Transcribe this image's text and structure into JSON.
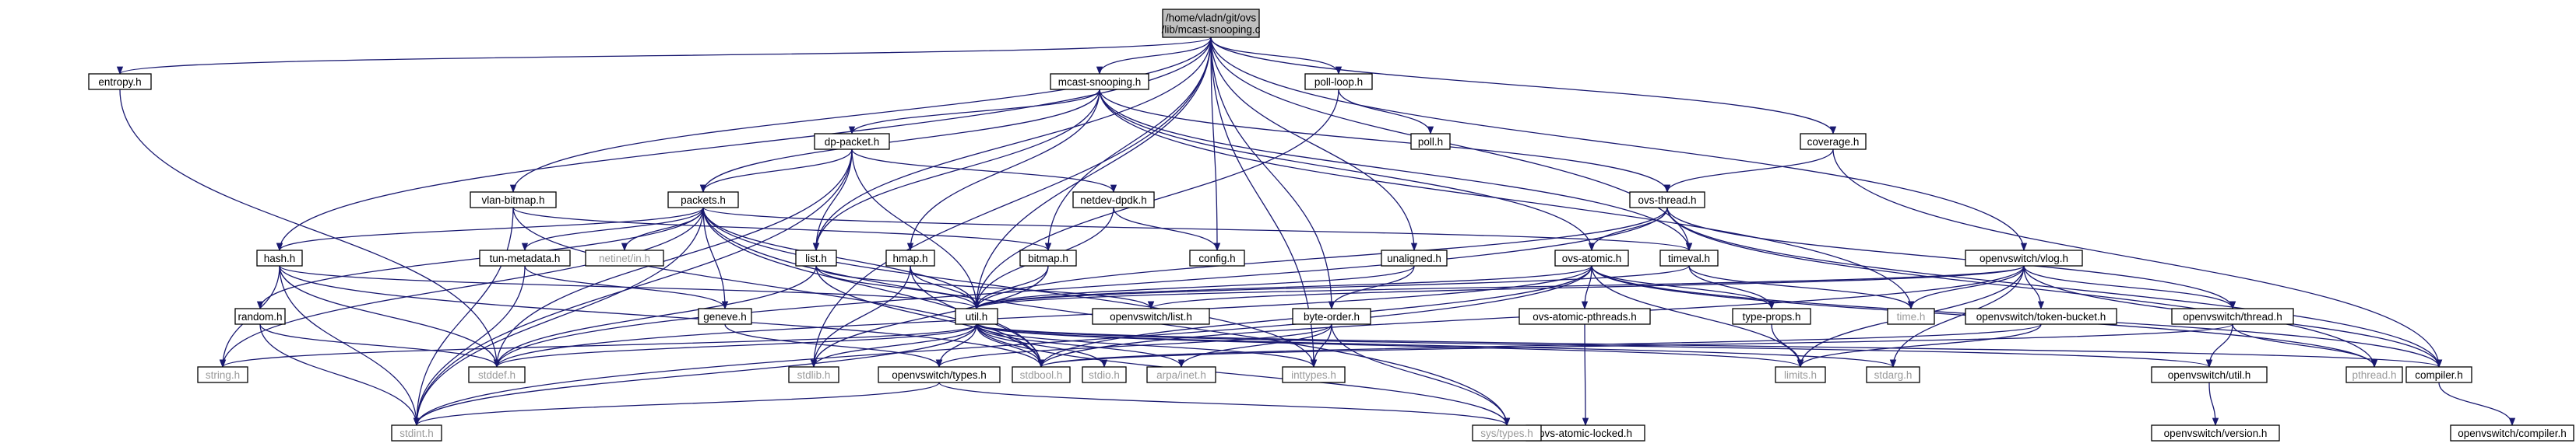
{
  "colors": {
    "edge": "#191970",
    "root_fill": "#bfbfbf",
    "node_fill": "#ffffff",
    "node_border": "#000000",
    "missing_border": "#ff0000",
    "system_border": "#bfbfbf",
    "system_text": "#9a9a9a"
  },
  "nodes": [
    {
      "id": "root",
      "label": "/home/vladn/git/ovs\n/lib/mcast-snooping.c",
      "kind": "root"
    },
    {
      "id": "entropy",
      "label": "entropy.h",
      "kind": "normal"
    },
    {
      "id": "mcast",
      "label": "mcast-snooping.h",
      "kind": "normal"
    },
    {
      "id": "config",
      "label": "config.h",
      "kind": "normal"
    },
    {
      "id": "poll_loop",
      "label": "poll-loop.h",
      "kind": "normal"
    },
    {
      "id": "poll",
      "label": "poll.h",
      "kind": "normal"
    },
    {
      "id": "coverage",
      "label": "coverage.h",
      "kind": "normal"
    },
    {
      "id": "dp_packet",
      "label": "dp-packet.h",
      "kind": "normal"
    },
    {
      "id": "vlan_bitmap",
      "label": "vlan-bitmap.h",
      "kind": "normal"
    },
    {
      "id": "packets",
      "label": "packets.h",
      "kind": "normal"
    },
    {
      "id": "netdev_dpdk",
      "label": "netdev-dpdk.h",
      "kind": "normal"
    },
    {
      "id": "ovs_thread",
      "label": "ovs-thread.h",
      "kind": "normal"
    },
    {
      "id": "hash",
      "label": "hash.h",
      "kind": "normal"
    },
    {
      "id": "tun_metadata",
      "label": "tun-metadata.h",
      "kind": "missing"
    },
    {
      "id": "netinet_in",
      "label": "netinet/in.h",
      "kind": "system"
    },
    {
      "id": "list",
      "label": "list.h",
      "kind": "normal"
    },
    {
      "id": "hmap",
      "label": "hmap.h",
      "kind": "normal"
    },
    {
      "id": "bitmap",
      "label": "bitmap.h",
      "kind": "normal"
    },
    {
      "id": "unaligned",
      "label": "unaligned.h",
      "kind": "normal"
    },
    {
      "id": "ovs_atomic",
      "label": "ovs-atomic.h",
      "kind": "normal"
    },
    {
      "id": "timeval",
      "label": "timeval.h",
      "kind": "normal"
    },
    {
      "id": "vlog",
      "label": "openvswitch/vlog.h",
      "kind": "normal"
    },
    {
      "id": "random",
      "label": "random.h",
      "kind": "normal"
    },
    {
      "id": "geneve",
      "label": "geneve.h",
      "kind": "normal"
    },
    {
      "id": "util",
      "label": "util.h",
      "kind": "normal"
    },
    {
      "id": "ovs_list",
      "label": "openvswitch/list.h",
      "kind": "normal"
    },
    {
      "id": "byte_order",
      "label": "byte-order.h",
      "kind": "normal"
    },
    {
      "id": "atomic_pthreads",
      "label": "ovs-atomic-pthreads.h",
      "kind": "normal"
    },
    {
      "id": "type_props",
      "label": "type-props.h",
      "kind": "normal"
    },
    {
      "id": "time_h",
      "label": "time.h",
      "kind": "system"
    },
    {
      "id": "token_bucket",
      "label": "openvswitch/token-bucket.h",
      "kind": "normal"
    },
    {
      "id": "ovs_thread2",
      "label": "openvswitch/thread.h",
      "kind": "normal"
    },
    {
      "id": "string",
      "label": "string.h",
      "kind": "system"
    },
    {
      "id": "stddef",
      "label": "stddef.h",
      "kind": "system"
    },
    {
      "id": "stdlib",
      "label": "stdlib.h",
      "kind": "system"
    },
    {
      "id": "types",
      "label": "openvswitch/types.h",
      "kind": "normal"
    },
    {
      "id": "stdbool",
      "label": "stdbool.h",
      "kind": "system"
    },
    {
      "id": "stdio",
      "label": "stdio.h",
      "kind": "system"
    },
    {
      "id": "arpa_inet",
      "label": "arpa/inet.h",
      "kind": "system"
    },
    {
      "id": "inttypes",
      "label": "inttypes.h",
      "kind": "system"
    },
    {
      "id": "ovs_atomic_locked",
      "label": "ovs-atomic-locked.h",
      "kind": "normal"
    },
    {
      "id": "limits",
      "label": "limits.h",
      "kind": "system"
    },
    {
      "id": "stdarg",
      "label": "stdarg.h",
      "kind": "system"
    },
    {
      "id": "ovs_util",
      "label": "openvswitch/util.h",
      "kind": "normal"
    },
    {
      "id": "pthread",
      "label": "pthread.h",
      "kind": "system"
    },
    {
      "id": "compiler",
      "label": "compiler.h",
      "kind": "normal"
    },
    {
      "id": "stdint",
      "label": "stdint.h",
      "kind": "system"
    },
    {
      "id": "sys_types",
      "label": "sys/types.h",
      "kind": "system"
    },
    {
      "id": "ovs_version",
      "label": "openvswitch/version.h",
      "kind": "normal"
    },
    {
      "id": "ovs_compiler",
      "label": "openvswitch/compiler.h",
      "kind": "normal"
    }
  ],
  "edges": [
    [
      "root",
      "entropy"
    ],
    [
      "root",
      "mcast"
    ],
    [
      "root",
      "poll_loop"
    ],
    [
      "root",
      "coverage"
    ],
    [
      "root",
      "config"
    ],
    [
      "root",
      "hash"
    ],
    [
      "root",
      "vlan_bitmap"
    ],
    [
      "root",
      "list"
    ],
    [
      "root",
      "bitmap"
    ],
    [
      "root",
      "unaligned"
    ],
    [
      "root",
      "timeval"
    ],
    [
      "root",
      "vlog"
    ],
    [
      "root",
      "util"
    ],
    [
      "root",
      "byte_order"
    ],
    [
      "root",
      "stdlib"
    ],
    [
      "root",
      "inttypes"
    ],
    [
      "entropy",
      "stddef"
    ],
    [
      "mcast",
      "dp_packet"
    ],
    [
      "mcast",
      "packets"
    ],
    [
      "mcast",
      "list"
    ],
    [
      "mcast",
      "hmap"
    ],
    [
      "mcast",
      "ovs_thread"
    ],
    [
      "mcast",
      "ovs_atomic"
    ],
    [
      "mcast",
      "timeval"
    ],
    [
      "mcast",
      "time_h"
    ],
    [
      "poll_loop",
      "poll"
    ],
    [
      "poll_loop",
      "util"
    ],
    [
      "coverage",
      "ovs_thread"
    ],
    [
      "coverage",
      "compiler"
    ],
    [
      "dp_packet",
      "packets"
    ],
    [
      "dp_packet",
      "netdev_dpdk"
    ],
    [
      "dp_packet",
      "list"
    ],
    [
      "dp_packet",
      "util"
    ],
    [
      "dp_packet",
      "stddef"
    ],
    [
      "dp_packet",
      "stdint"
    ],
    [
      "vlan_bitmap",
      "bitmap"
    ],
    [
      "vlan_bitmap",
      "stdint"
    ],
    [
      "vlan_bitmap",
      "stdbool"
    ],
    [
      "packets",
      "hash"
    ],
    [
      "packets",
      "tun_metadata"
    ],
    [
      "packets",
      "netinet_in"
    ],
    [
      "packets",
      "geneve"
    ],
    [
      "packets",
      "random"
    ],
    [
      "packets",
      "util"
    ],
    [
      "packets",
      "timeval"
    ],
    [
      "packets",
      "string"
    ],
    [
      "packets",
      "stdint"
    ],
    [
      "packets",
      "inttypes"
    ],
    [
      "packets",
      "sys_types"
    ],
    [
      "packets",
      "stdbool"
    ],
    [
      "netdev_dpdk",
      "config"
    ],
    [
      "netdev_dpdk",
      "util"
    ],
    [
      "ovs_thread",
      "util"
    ],
    [
      "ovs_thread",
      "ovs_atomic"
    ],
    [
      "ovs_thread",
      "ovs_thread2"
    ],
    [
      "ovs_thread",
      "pthread"
    ],
    [
      "ovs_thread",
      "stddef"
    ],
    [
      "ovs_thread",
      "compiler"
    ],
    [
      "hash",
      "util"
    ],
    [
      "hash",
      "string"
    ],
    [
      "hash",
      "stdint"
    ],
    [
      "hash",
      "stdbool"
    ],
    [
      "hash",
      "stddef"
    ],
    [
      "tun_metadata",
      "geneve"
    ],
    [
      "tun_metadata",
      "stdint"
    ],
    [
      "list",
      "util"
    ],
    [
      "list",
      "ovs_list"
    ],
    [
      "list",
      "stdbool"
    ],
    [
      "list",
      "stddef"
    ],
    [
      "hmap",
      "util"
    ],
    [
      "hmap",
      "stdbool"
    ],
    [
      "hmap",
      "stdlib"
    ],
    [
      "bitmap",
      "util"
    ],
    [
      "bitmap",
      "stdlib"
    ],
    [
      "unaligned",
      "byte_order"
    ],
    [
      "unaligned",
      "util"
    ],
    [
      "unaligned",
      "ovs_types_proxy"
    ],
    [
      "ovs_atomic",
      "util"
    ],
    [
      "ovs_atomic",
      "atomic_pthreads"
    ],
    [
      "ovs_atomic",
      "type_props"
    ],
    [
      "ovs_atomic",
      "limits"
    ],
    [
      "ovs_atomic",
      "stdint"
    ],
    [
      "ovs_atomic",
      "stdbool"
    ],
    [
      "ovs_atomic",
      "stddef"
    ],
    [
      "ovs_atomic",
      "compiler"
    ],
    [
      "ovs_atomic",
      "pthread"
    ],
    [
      "timeval",
      "time_h"
    ],
    [
      "timeval",
      "type_props"
    ],
    [
      "timeval",
      "util"
    ],
    [
      "vlog",
      "util"
    ],
    [
      "vlog",
      "token_bucket"
    ],
    [
      "vlog",
      "ovs_thread2"
    ],
    [
      "vlog",
      "compiler"
    ],
    [
      "vlog",
      "time_h"
    ],
    [
      "vlog",
      "limits"
    ],
    [
      "vlog",
      "stdarg"
    ],
    [
      "vlog",
      "ovs_list"
    ],
    [
      "vlog",
      "stdbool"
    ],
    [
      "random",
      "stddef"
    ],
    [
      "random",
      "stdint"
    ],
    [
      "geneve",
      "types"
    ],
    [
      "util",
      "types"
    ],
    [
      "util",
      "stdbool"
    ],
    [
      "util",
      "stdio"
    ],
    [
      "util",
      "arpa_inet"
    ],
    [
      "util",
      "inttypes"
    ],
    [
      "util",
      "limits"
    ],
    [
      "util",
      "stdarg"
    ],
    [
      "util",
      "ovs_util"
    ],
    [
      "util",
      "compiler"
    ],
    [
      "util",
      "stddef"
    ],
    [
      "util",
      "string"
    ],
    [
      "util",
      "stdlib"
    ],
    [
      "util",
      "stdint"
    ],
    [
      "util",
      "sys_types"
    ],
    [
      "byte_order",
      "arpa_inet"
    ],
    [
      "byte_order",
      "sys_types"
    ],
    [
      "byte_order",
      "inttypes"
    ],
    [
      "byte_order",
      "types"
    ],
    [
      "atomic_pthreads",
      "ovs_atomic_locked"
    ],
    [
      "type_props",
      "limits"
    ],
    [
      "token_bucket",
      "limits"
    ],
    [
      "token_bucket",
      "stdbool"
    ],
    [
      "ovs_thread2",
      "pthread"
    ],
    [
      "ovs_thread2",
      "ovs_util"
    ],
    [
      "ovs_thread2",
      "stdbool"
    ],
    [
      "types",
      "stdint"
    ],
    [
      "types",
      "sys_types"
    ],
    [
      "ovs_util",
      "ovs_version"
    ],
    [
      "compiler",
      "ovs_compiler"
    ]
  ]
}
